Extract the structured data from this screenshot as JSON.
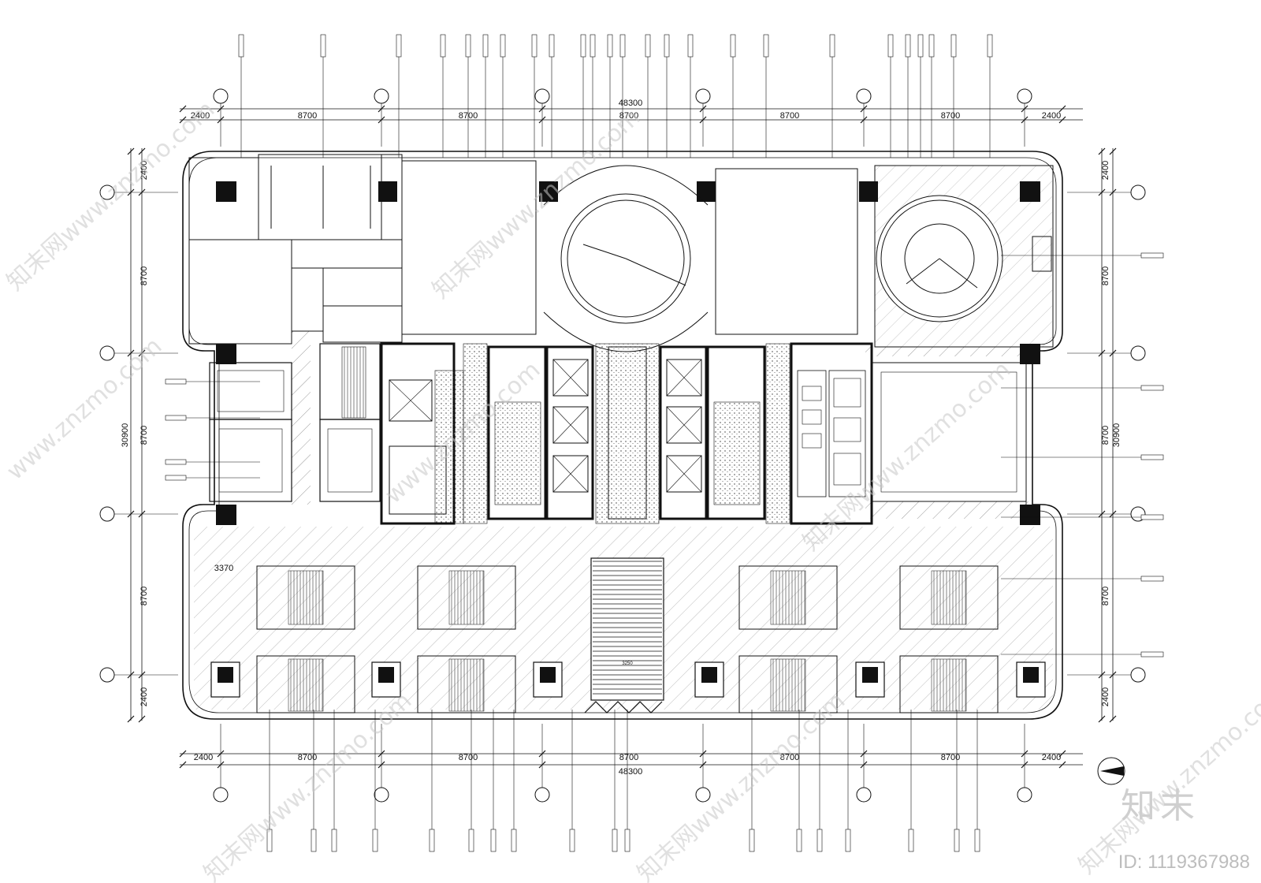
{
  "dimensions": {
    "total_width": "48300",
    "total_height": "30900",
    "horizontal_segments": [
      "2400",
      "8700",
      "8700",
      "8700",
      "8700",
      "8700",
      "2400"
    ],
    "vertical_segments": [
      "2400",
      "8700",
      "8700",
      "8700",
      "2400"
    ]
  },
  "interior_dims": {
    "left_lobby_offset": "3370",
    "stair_width": "3250"
  },
  "watermarks": [
    "知末网www.znzmo.com",
    "知末网www.znzmo.com",
    "www.znzmo.com",
    "知末网www.znzmo.com",
    "www.znzmo.com",
    "知末网www.znzmo.com",
    "知末网www.znzmo.com",
    "知末网www.znzmo.com"
  ],
  "brand": "知末",
  "image_id": "ID: 1119367988"
}
